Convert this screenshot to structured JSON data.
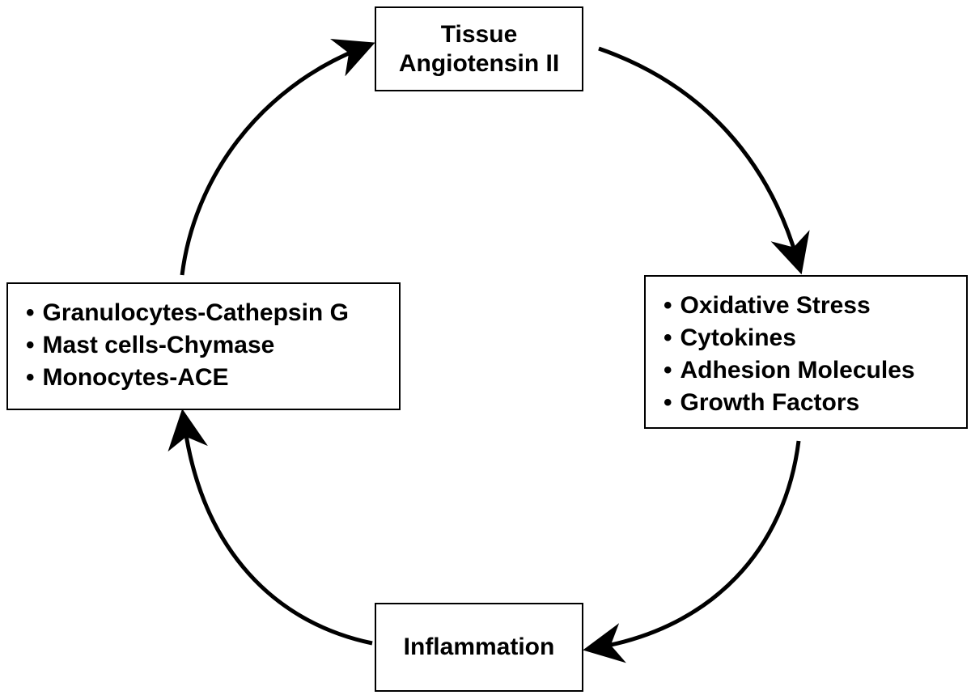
{
  "nodes": {
    "top": {
      "lines": [
        "Tissue",
        "Angiotensin II"
      ]
    },
    "right": {
      "items": [
        "Oxidative Stress",
        "Cytokines",
        "Adhesion Molecules",
        "Growth Factors"
      ]
    },
    "bottom": {
      "label": "Inflammation"
    },
    "left": {
      "items": [
        "Granulocytes-Cathepsin G",
        "Mast cells-Chymase",
        "Monocytes-ACE"
      ]
    }
  },
  "edges": [
    {
      "from": "top",
      "to": "right"
    },
    {
      "from": "right",
      "to": "bottom"
    },
    {
      "from": "bottom",
      "to": "left"
    },
    {
      "from": "left",
      "to": "top"
    }
  ]
}
